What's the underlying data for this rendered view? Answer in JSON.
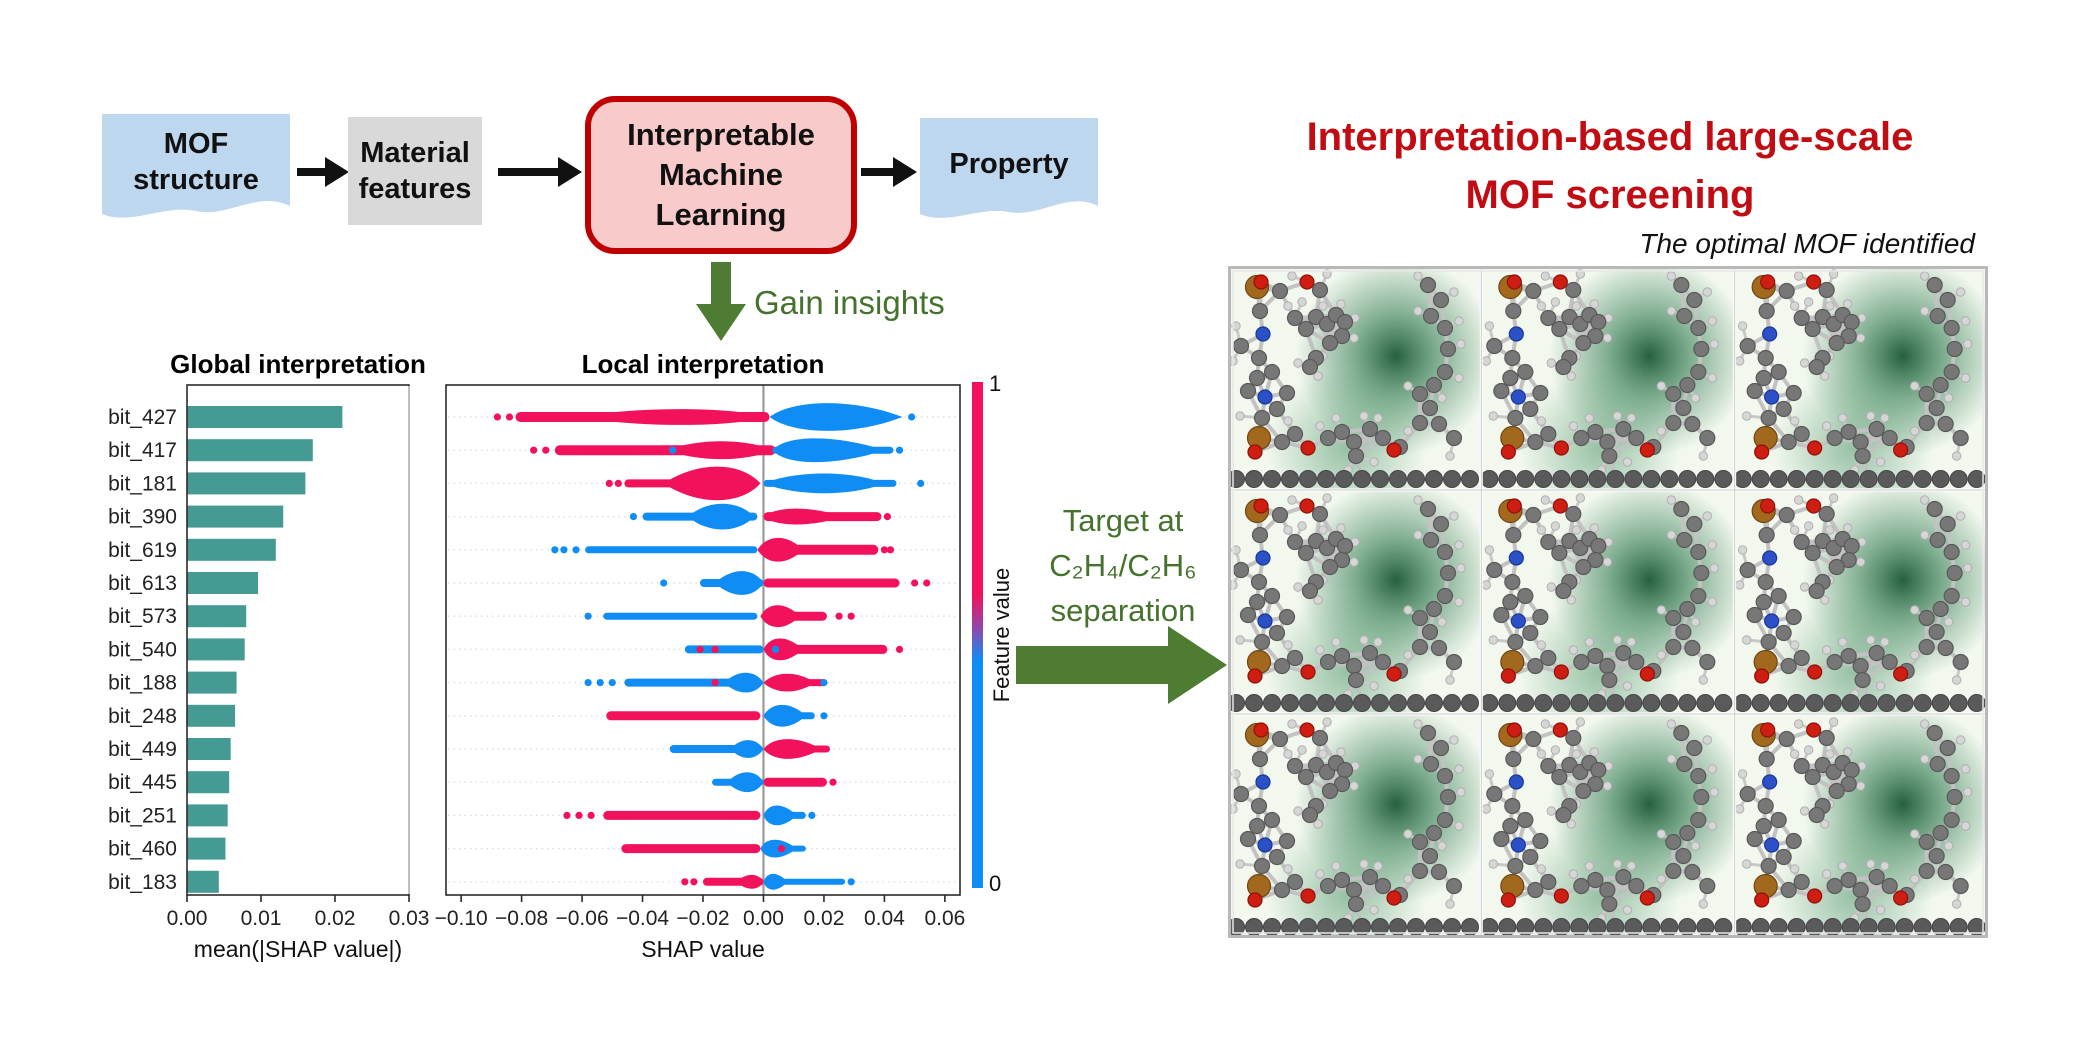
{
  "colors": {
    "teal": "#469a94",
    "pink": "#f2125c",
    "blue": "#0f8df5",
    "green_arrow": "#4e7c33",
    "green_text": "#45722c",
    "red_title": "#c00c12",
    "red_border": "#c00000",
    "pink_box": "#f9caca",
    "blue_doc": "#bdd7ee",
    "gray_box": "#d9d9d9",
    "ink": "#111111",
    "axis": "#2b2b2b",
    "zero_line": "#9a9a9a",
    "grid_dot": "#dcdcdc",
    "mof_bg": "#f2f8ee",
    "frame": "#b8b8b8"
  },
  "flowchart": {
    "nodes": [
      {
        "id": "mof-structure",
        "shape": "document",
        "lines": [
          "MOF",
          "structure"
        ]
      },
      {
        "id": "material-features",
        "shape": "rect",
        "lines": [
          "Material",
          "features"
        ]
      },
      {
        "id": "interpretable-ml",
        "shape": "rounded",
        "lines": [
          "Interpretable",
          "Machine",
          "Learning"
        ]
      },
      {
        "id": "property",
        "shape": "document",
        "lines": [
          "Property"
        ]
      }
    ],
    "gain_insights_label": "Gain insights"
  },
  "target_arrow": {
    "lines": [
      "Target at",
      "C₂H₄/C₂H₆",
      "separation"
    ]
  },
  "right_panel": {
    "title_lines": [
      "Interpretation-based large-scale",
      "MOF screening"
    ],
    "subtitle": "The optimal MOF identified"
  },
  "chart_data": [
    {
      "type": "bar",
      "orientation": "horizontal",
      "title": "Global interpretation",
      "xlabel": "mean(|SHAP value|)",
      "xlim": [
        0,
        0.03
      ],
      "xtick_vals": [
        0,
        0.01,
        0.02,
        0.03
      ],
      "xtick_labels": [
        "0.00",
        "0.01",
        "0.02",
        "0.03"
      ],
      "categories": [
        "bit_427",
        "bit_417",
        "bit_181",
        "bit_390",
        "bit_619",
        "bit_613",
        "bit_573",
        "bit_540",
        "bit_188",
        "bit_248",
        "bit_449",
        "bit_445",
        "bit_251",
        "bit_460",
        "bit_183"
      ],
      "values": [
        0.021,
        0.017,
        0.016,
        0.013,
        0.012,
        0.0096,
        0.008,
        0.0078,
        0.0067,
        0.0065,
        0.0059,
        0.0057,
        0.0055,
        0.0052,
        0.0043
      ],
      "grid": false,
      "legend": "none"
    },
    {
      "type": "scatter",
      "subtype": "shap-beeswarm",
      "title": "Local interpretation",
      "xlabel": "SHAP value",
      "xlim": [
        -0.105,
        0.065
      ],
      "xtick_vals": [
        -0.1,
        -0.08,
        -0.06,
        -0.04,
        -0.02,
        0.0,
        0.02,
        0.04,
        0.06
      ],
      "xtick_labels": [
        "−0.10",
        "−0.08",
        "−0.06",
        "−0.04",
        "−0.02",
        "0.00",
        "0.02",
        "0.04",
        "0.06"
      ],
      "features": [
        "bit_427",
        "bit_417",
        "bit_181",
        "bit_390",
        "bit_619",
        "bit_613",
        "bit_573",
        "bit_540",
        "bit_188",
        "bit_248",
        "bit_449",
        "bit_445",
        "bit_251",
        "bit_460",
        "bit_183"
      ],
      "colorbar": {
        "label": "Feature value",
        "top_label": "1",
        "bottom_label": "0",
        "high_color": "#f2125c",
        "low_color": "#0f8df5",
        "legend_position": "right"
      },
      "zero_line": true,
      "rows": [
        [
          {
            "t": "s",
            "c": "p",
            "x1": -0.082,
            "x2": 0.002,
            "h": 5
          },
          {
            "t": "v",
            "c": "p",
            "x1": -0.062,
            "x2": 0.002,
            "xp": -0.024,
            "h": 8
          },
          {
            "t": "v",
            "c": "b",
            "x1": 0.002,
            "x2": 0.046,
            "xp": 0.017,
            "h": 14
          },
          {
            "t": "d",
            "c": "p",
            "xs": [
              -0.088,
              -0.084
            ]
          },
          {
            "t": "d",
            "c": "b",
            "xs": [
              0.049
            ]
          }
        ],
        [
          {
            "t": "s",
            "c": "p",
            "x1": -0.069,
            "x2": 0.004,
            "h": 5
          },
          {
            "t": "v",
            "c": "p",
            "x1": -0.032,
            "x2": 0.003,
            "xp": -0.013,
            "h": 9
          },
          {
            "t": "s",
            "c": "b",
            "x1": 0.003,
            "x2": 0.043,
            "h": 3.5
          },
          {
            "t": "v",
            "c": "b",
            "x1": 0.003,
            "x2": 0.04,
            "xp": 0.011,
            "h": 12
          },
          {
            "t": "d",
            "c": "p",
            "xs": [
              -0.076,
              -0.072
            ]
          },
          {
            "t": "d",
            "c": "b",
            "xs": [
              -0.03,
              0.045
            ]
          }
        ],
        [
          {
            "t": "s",
            "c": "p",
            "x1": -0.046,
            "x2": -0.002,
            "h": 4
          },
          {
            "t": "v",
            "c": "p",
            "x1": -0.033,
            "x2": -0.001,
            "xp": -0.013,
            "h": 17
          },
          {
            "t": "s",
            "c": "b",
            "x1": 0.0,
            "x2": 0.044,
            "h": 3.5
          },
          {
            "t": "v",
            "c": "b",
            "x1": 0.0,
            "x2": 0.04,
            "xp": 0.02,
            "h": 10
          },
          {
            "t": "d",
            "c": "p",
            "xs": [
              -0.051,
              -0.048
            ]
          },
          {
            "t": "d",
            "c": "b",
            "xs": [
              0.052
            ]
          }
        ],
        [
          {
            "t": "s",
            "c": "b",
            "x1": -0.04,
            "x2": -0.002,
            "h": 4
          },
          {
            "t": "v",
            "c": "b",
            "x1": -0.025,
            "x2": -0.003,
            "xp": -0.013,
            "h": 13
          },
          {
            "t": "s",
            "c": "p",
            "x1": 0.0,
            "x2": 0.039,
            "h": 4.5
          },
          {
            "t": "v",
            "c": "p",
            "x1": 0.0,
            "x2": 0.026,
            "xp": 0.008,
            "h": 8
          },
          {
            "t": "d",
            "c": "b",
            "xs": [
              -0.043
            ]
          },
          {
            "t": "d",
            "c": "p",
            "xs": [
              0.041
            ]
          }
        ],
        [
          {
            "t": "s",
            "c": "b",
            "x1": -0.059,
            "x2": -0.002,
            "h": 3.5
          },
          {
            "t": "v",
            "c": "p",
            "x1": -0.002,
            "x2": 0.013,
            "xp": 0.004,
            "h": 12
          },
          {
            "t": "s",
            "c": "p",
            "x1": 0.003,
            "x2": 0.038,
            "h": 5
          },
          {
            "t": "d",
            "c": "b",
            "xs": [
              -0.069,
              -0.066,
              -0.062
            ]
          },
          {
            "t": "d",
            "c": "p",
            "xs": [
              0.04,
              0.042
            ]
          }
        ],
        [
          {
            "t": "s",
            "c": "b",
            "x1": -0.021,
            "x2": 0.0,
            "h": 4
          },
          {
            "t": "v",
            "c": "b",
            "x1": -0.016,
            "x2": 0.0,
            "xp": -0.006,
            "h": 12
          },
          {
            "t": "s",
            "c": "p",
            "x1": 0.0,
            "x2": 0.045,
            "h": 4.5
          },
          {
            "t": "d",
            "c": "b",
            "xs": [
              -0.033
            ]
          },
          {
            "t": "d",
            "c": "p",
            "xs": [
              0.05,
              0.054
            ]
          }
        ],
        [
          {
            "t": "s",
            "c": "b",
            "x1": -0.053,
            "x2": -0.002,
            "h": 3.5
          },
          {
            "t": "v",
            "c": "p",
            "x1": -0.001,
            "x2": 0.012,
            "xp": 0.0035,
            "h": 11
          },
          {
            "t": "s",
            "c": "p",
            "x1": 0.002,
            "x2": 0.021,
            "h": 4.5
          },
          {
            "t": "d",
            "c": "b",
            "xs": [
              -0.058
            ]
          },
          {
            "t": "d",
            "c": "p",
            "xs": [
              0.025,
              0.029
            ]
          }
        ],
        [
          {
            "t": "s",
            "c": "b",
            "x1": -0.026,
            "x2": 0.0,
            "h": 4
          },
          {
            "t": "v",
            "c": "p",
            "x1": 0.0,
            "x2": 0.013,
            "xp": 0.004,
            "h": 11
          },
          {
            "t": "s",
            "c": "p",
            "x1": 0.002,
            "x2": 0.041,
            "h": 4.5
          },
          {
            "t": "d",
            "c": "p",
            "xs": [
              -0.021,
              -0.016,
              0.045
            ]
          },
          {
            "t": "d",
            "c": "b",
            "xs": [
              0.004
            ]
          }
        ],
        [
          {
            "t": "s",
            "c": "b",
            "x1": -0.046,
            "x2": -0.002,
            "h": 4
          },
          {
            "t": "v",
            "c": "b",
            "x1": -0.013,
            "x2": 0.0,
            "xp": -0.005,
            "h": 10
          },
          {
            "t": "v",
            "c": "p",
            "x1": 0.0,
            "x2": 0.017,
            "xp": 0.007,
            "h": 9
          },
          {
            "t": "s",
            "c": "p",
            "x1": 0.001,
            "x2": 0.021,
            "h": 3.5
          },
          {
            "t": "d",
            "c": "b",
            "xs": [
              -0.058,
              -0.054,
              -0.05,
              0.02
            ]
          },
          {
            "t": "d",
            "c": "p",
            "xs": [
              -0.016
            ]
          }
        ],
        [
          {
            "t": "s",
            "c": "p",
            "x1": -0.052,
            "x2": -0.001,
            "h": 4.5
          },
          {
            "t": "v",
            "c": "b",
            "x1": 0.0,
            "x2": 0.014,
            "xp": 0.005,
            "h": 11
          },
          {
            "t": "s",
            "c": "b",
            "x1": 0.001,
            "x2": 0.017,
            "h": 3.5
          },
          {
            "t": "d",
            "c": "b",
            "xs": [
              0.02
            ]
          }
        ],
        [
          {
            "t": "s",
            "c": "b",
            "x1": -0.031,
            "x2": -0.002,
            "h": 4
          },
          {
            "t": "v",
            "c": "b",
            "x1": -0.011,
            "x2": 0.0,
            "xp": -0.0045,
            "h": 9
          },
          {
            "t": "v",
            "c": "p",
            "x1": 0.0,
            "x2": 0.019,
            "xp": 0.006,
            "h": 10
          },
          {
            "t": "s",
            "c": "p",
            "x1": 0.002,
            "x2": 0.022,
            "h": 3.5
          }
        ],
        [
          {
            "t": "s",
            "c": "b",
            "x1": -0.017,
            "x2": 0.0,
            "h": 3.5
          },
          {
            "t": "v",
            "c": "b",
            "x1": -0.012,
            "x2": 0.0,
            "xp": -0.0045,
            "h": 10
          },
          {
            "t": "s",
            "c": "p",
            "x1": 0.0,
            "x2": 0.021,
            "h": 4.5
          },
          {
            "t": "d",
            "c": "p",
            "xs": [
              0.023
            ]
          }
        ],
        [
          {
            "t": "s",
            "c": "p",
            "x1": -0.053,
            "x2": -0.001,
            "h": 4.5
          },
          {
            "t": "v",
            "c": "b",
            "x1": 0.0,
            "x2": 0.011,
            "xp": 0.003,
            "h": 10
          },
          {
            "t": "s",
            "c": "b",
            "x1": 0.001,
            "x2": 0.014,
            "h": 3.5
          },
          {
            "t": "d",
            "c": "p",
            "xs": [
              -0.065,
              -0.061,
              -0.057
            ]
          },
          {
            "t": "d",
            "c": "b",
            "xs": [
              0.016
            ]
          }
        ],
        [
          {
            "t": "s",
            "c": "p",
            "x1": -0.047,
            "x2": -0.001,
            "h": 4.5
          },
          {
            "t": "v",
            "c": "b",
            "x1": -0.001,
            "x2": 0.011,
            "xp": 0.002,
            "h": 9
          },
          {
            "t": "s",
            "c": "b",
            "x1": 0.001,
            "x2": 0.014,
            "h": 3
          },
          {
            "t": "d",
            "c": "p",
            "xs": [
              0.006
            ]
          }
        ],
        [
          {
            "t": "s",
            "c": "p",
            "x1": -0.02,
            "x2": 0.0,
            "h": 4
          },
          {
            "t": "v",
            "c": "p",
            "x1": -0.009,
            "x2": 0.0,
            "xp": -0.003,
            "h": 7
          },
          {
            "t": "v",
            "c": "b",
            "x1": 0.0,
            "x2": 0.008,
            "xp": 0.002,
            "h": 8
          },
          {
            "t": "s",
            "c": "b",
            "x1": 0.001,
            "x2": 0.027,
            "h": 3
          },
          {
            "t": "d",
            "c": "p",
            "xs": [
              -0.026,
              -0.023
            ]
          },
          {
            "t": "d",
            "c": "b",
            "xs": [
              0.029
            ]
          }
        ]
      ]
    }
  ]
}
